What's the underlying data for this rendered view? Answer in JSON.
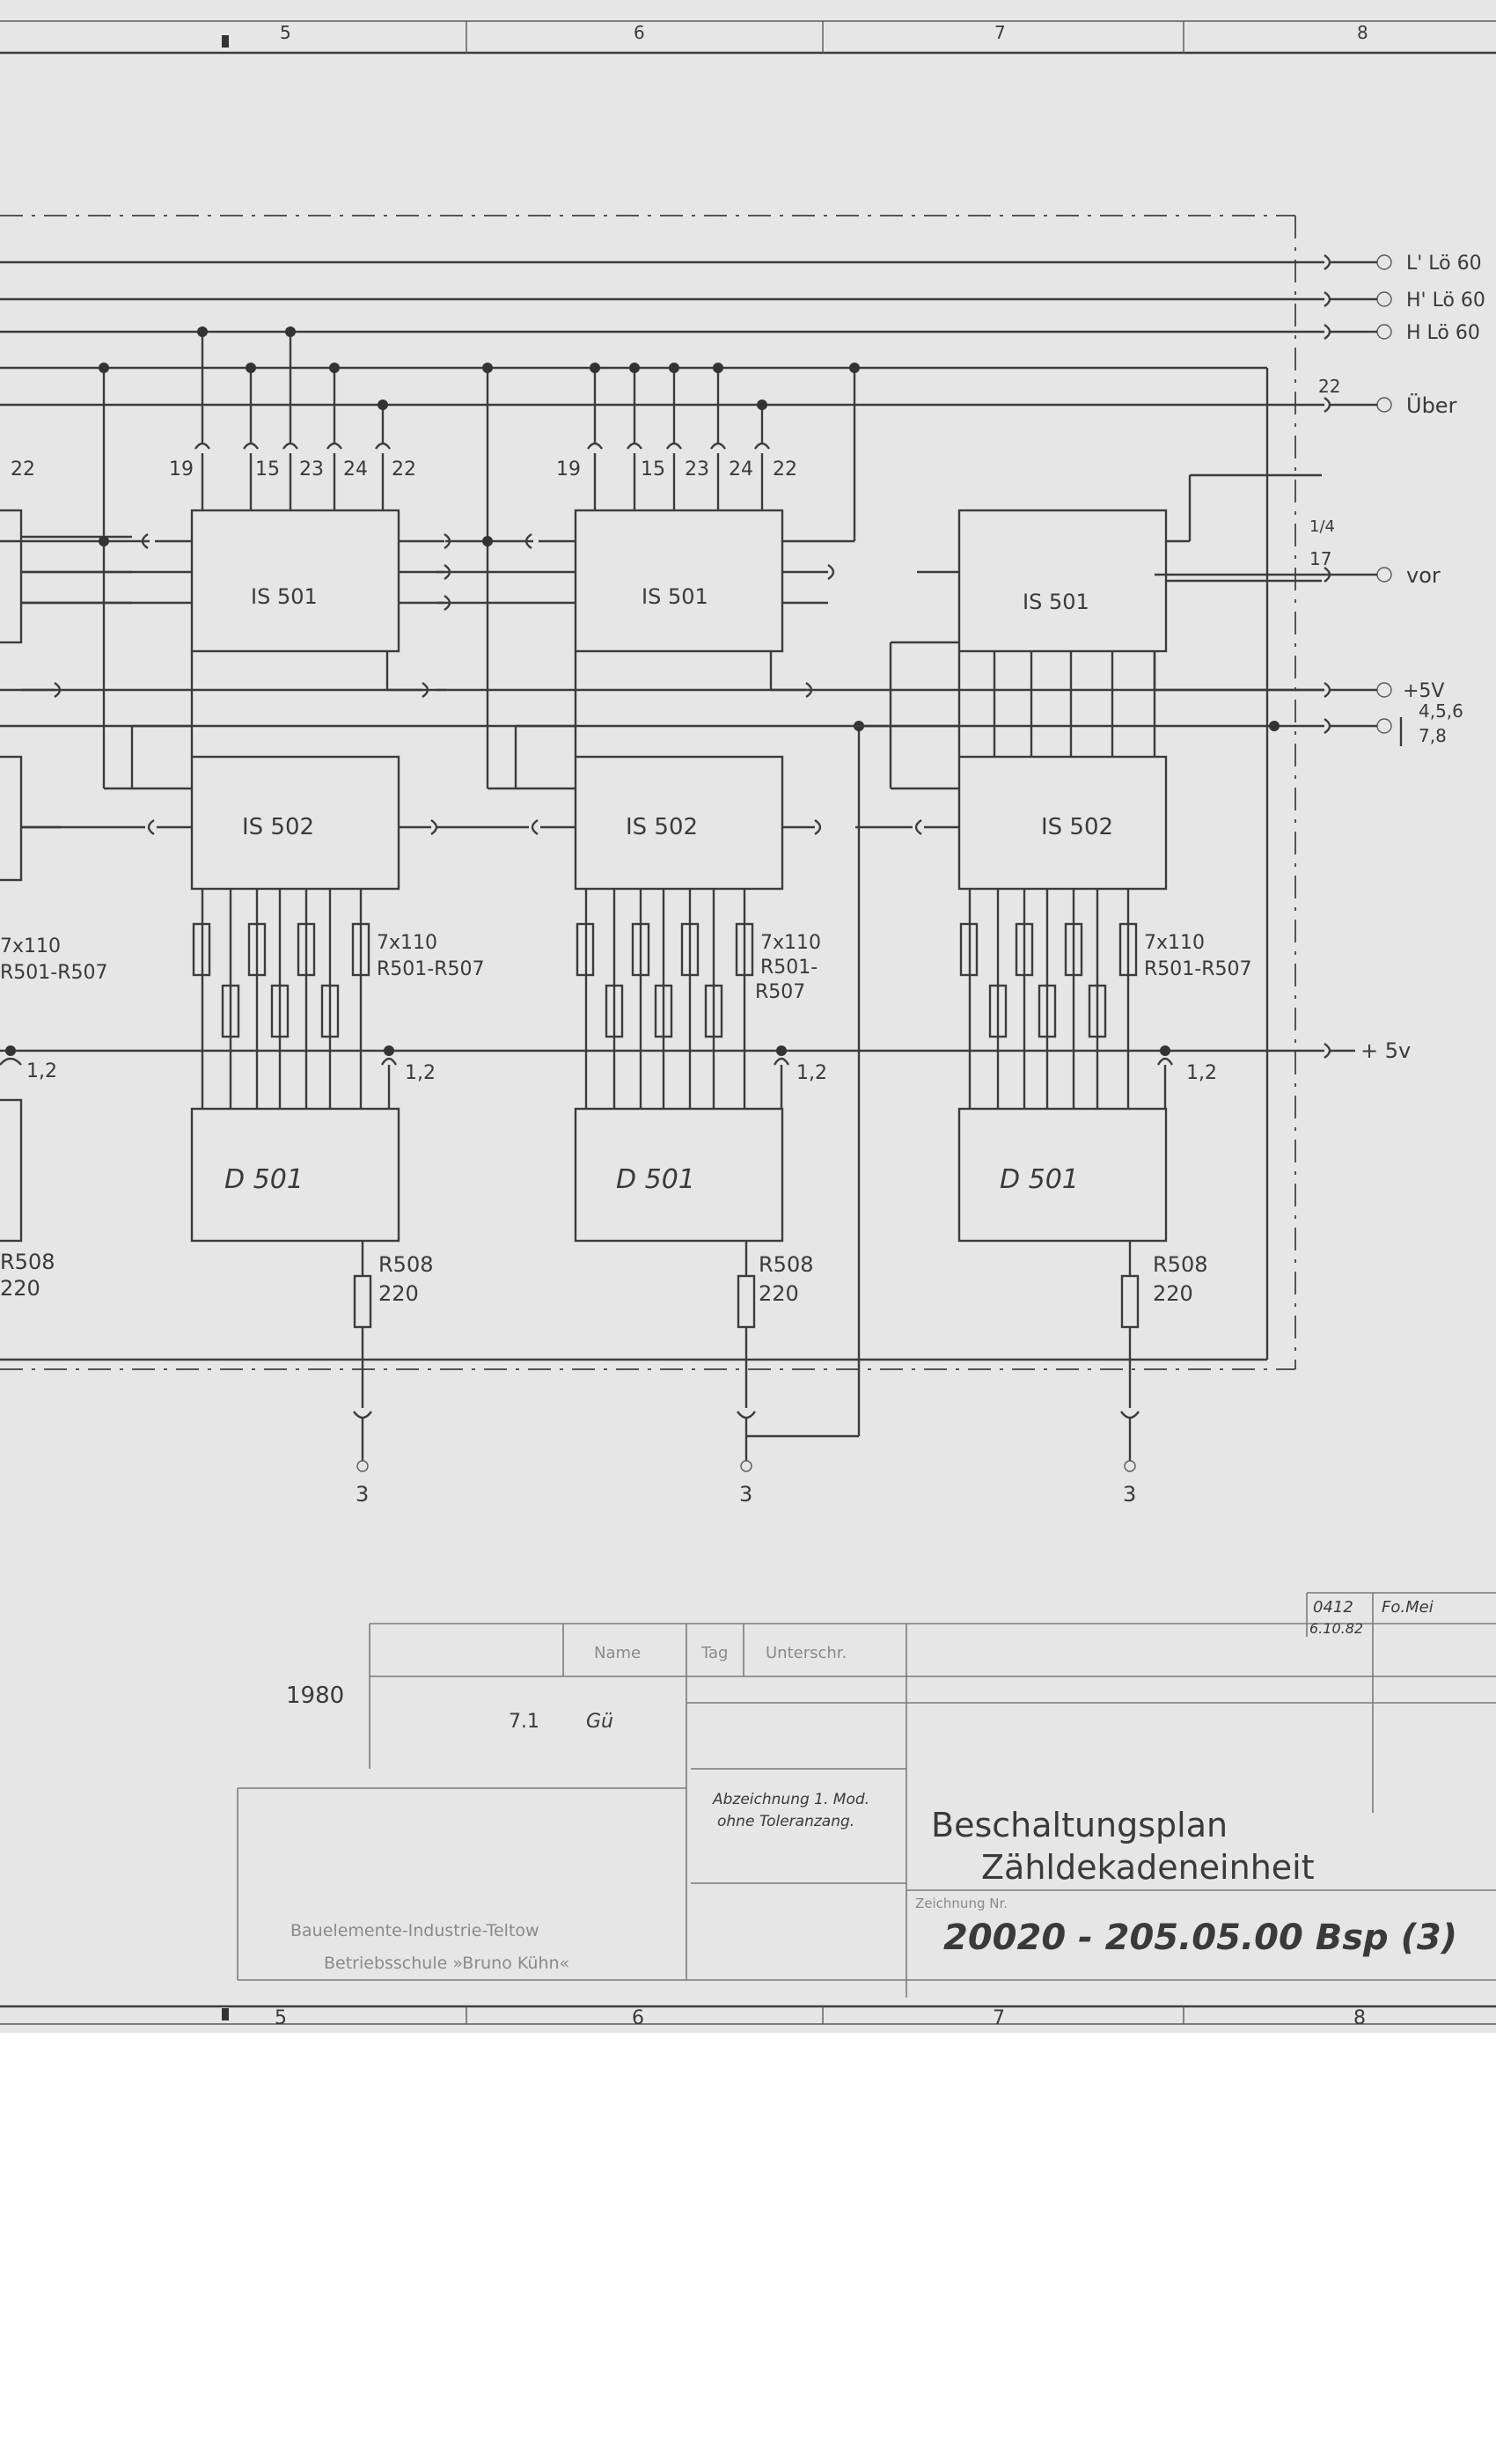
{
  "border": {
    "top_numbers": [
      "5",
      "6",
      "7",
      "8"
    ],
    "bottom_numbers": [
      "5",
      "6",
      "7",
      "8"
    ]
  },
  "connectors": {
    "L_prime": "L' Lö 60",
    "H_prime": "H' Lö 60",
    "H": "H Lö 60",
    "uber_pin": "22",
    "uber": "Über",
    "vor_pin_a": "1/4",
    "vor_pin_b": "17",
    "vor": "vor",
    "plus5v_a": "+5V",
    "gnd_a": "4,5,6",
    "gnd_b": "7,8",
    "plus5v_b": "+ 5v"
  },
  "stages": [
    {
      "ic_top": "IS 501",
      "ic_mid": "IS 502",
      "display": "D 501",
      "resistor_array": "7x110",
      "resistor_range": "R501-R507",
      "dp_res": "R508",
      "dp_val": "220",
      "bottom_pin": "3",
      "pin_tag": "1,2",
      "top_pins": [
        "19",
        "15",
        "23",
        "24",
        "22"
      ]
    },
    {
      "ic_top": "IS 501",
      "ic_mid": "IS 502",
      "display": "D 501",
      "resistor_array": "7x110",
      "resistor_range": "R501-",
      "resistor_range2": "R507",
      "dp_res": "R508",
      "dp_val": "220",
      "bottom_pin": "3",
      "pin_tag": "1,2",
      "top_pins": [
        "19",
        "15",
        "23",
        "24",
        "22"
      ]
    },
    {
      "ic_top": "IS 501",
      "ic_mid": "IS 502",
      "display": "D 501",
      "resistor_array": "7x110",
      "resistor_range": "R501-R507",
      "dp_res": "R508",
      "dp_val": "220",
      "bottom_pin": "3",
      "pin_tag": "1,2"
    }
  ],
  "left_stage": {
    "resistor_array": "7x110",
    "resistor_range": "R501-R507",
    "dp_res": "R508",
    "dp_val": "220",
    "pin_tag": "1,2",
    "pin_22": "22"
  },
  "title_block": {
    "year": "1980",
    "rev_num": "7.1",
    "signature": "Gü",
    "check_code": "0412",
    "check_date": "6.10.82",
    "check_sign": "Fo.Mei",
    "note_line1": "Abzeichnung 1. Mod.",
    "note_line2": "ohne Toleranzang.",
    "title_line1": "Beschaltungsplan",
    "title_line2": "Zähldekadeneinheit",
    "drawing_no_label": "Zeichnung Nr.",
    "drawing_number": "20020 - 205.05.00 Bsp (3)",
    "hdr_name": "Name",
    "hdr_tag": "Tag",
    "hdr_unterschrift": "Unterschr.",
    "company_line1": "Bauelemente-Industrie-Teltow",
    "company_line2": "Betriebsschule »Bruno Kühn«"
  }
}
